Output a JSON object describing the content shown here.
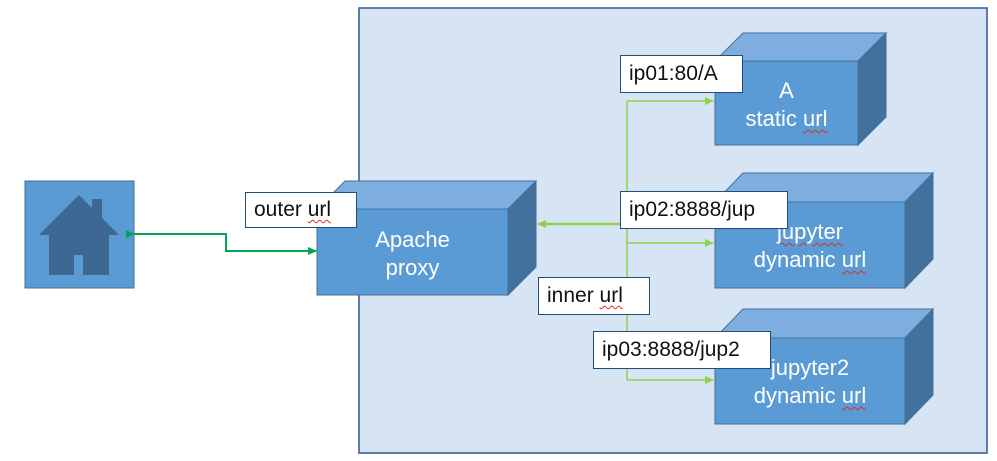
{
  "colors": {
    "region_fill": "#d6e4f4",
    "region_stroke": "#2e5a8c",
    "box_front": "#5b9bd5",
    "box_top": "#7eaedf",
    "box_side": "#41719c",
    "outer_link": "#00a650",
    "inner_link": "#92d050"
  },
  "client": {
    "icon": "house-icon"
  },
  "labels": {
    "outer_url": {
      "word1": "outer",
      "word2": "url"
    },
    "inner_url": {
      "word1": "inner",
      "word2": "url"
    },
    "route_a": "ip01:80/A",
    "route_jup": "ip02:8888/jup",
    "route_jup2": "ip03:8888/jup2"
  },
  "nodes": {
    "proxy": {
      "line1": "Apache",
      "line2": "proxy"
    },
    "a": {
      "line1": "A",
      "line2_word1": "static",
      "line2_word2": "url"
    },
    "jupyter": {
      "line1": "jupyter",
      "line2_word1": "dynamic",
      "line2_word2": "url"
    },
    "jupyter2": {
      "line1": "jupyter2",
      "line2_word1": "dynamic",
      "line2_word2": "url"
    }
  }
}
